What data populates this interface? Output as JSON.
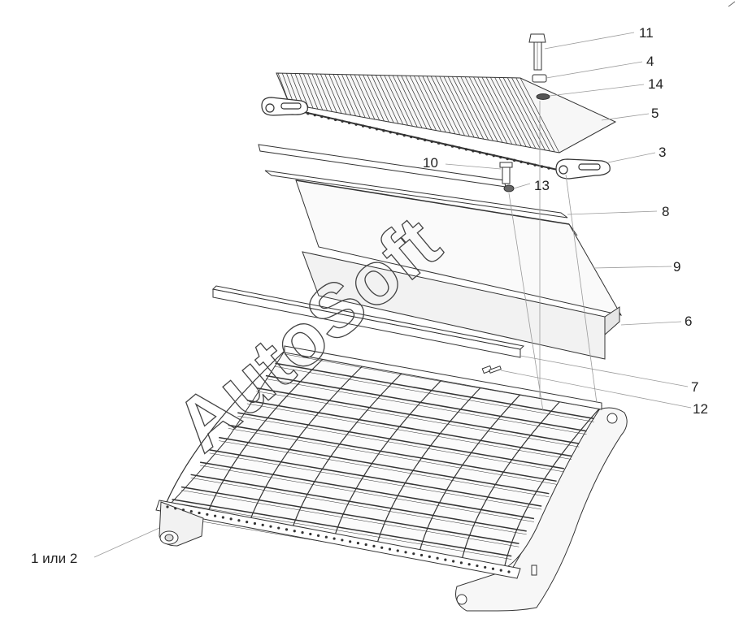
{
  "diagram": {
    "callouts": [
      {
        "id": "c11",
        "label": "11"
      },
      {
        "id": "c4",
        "label": "4"
      },
      {
        "id": "c14",
        "label": "14"
      },
      {
        "id": "c5",
        "label": "5"
      },
      {
        "id": "c3",
        "label": "3"
      },
      {
        "id": "c10",
        "label": "10"
      },
      {
        "id": "c13",
        "label": "13"
      },
      {
        "id": "c8",
        "label": "8"
      },
      {
        "id": "c9",
        "label": "9"
      },
      {
        "id": "c6",
        "label": "6"
      },
      {
        "id": "c7",
        "label": "7"
      },
      {
        "id": "c12",
        "label": "12"
      },
      {
        "id": "c1",
        "label": "1 или 2"
      }
    ],
    "watermark": "AutoSoft",
    "colors": {
      "line": "#333333",
      "leader": "#9a9a9a",
      "panel_fill": "#f4f4f4",
      "watermark": "#444444"
    }
  }
}
